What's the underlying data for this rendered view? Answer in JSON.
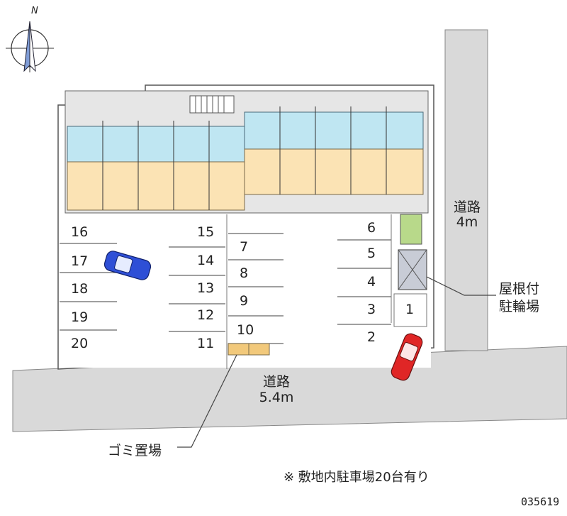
{
  "compass": {
    "north_label": "N",
    "icon": "compass-north-arrow-icon"
  },
  "roads": {
    "east_name": "道路",
    "east_width": "4m",
    "south_name": "道路",
    "south_width": "5.4m"
  },
  "bike_parking": {
    "line1": "屋根付",
    "line2": "駐輪場"
  },
  "garbage": {
    "label": "ゴミ置場"
  },
  "parking": {
    "left_col": [
      "16",
      "17",
      "18",
      "19",
      "20"
    ],
    "mid_left": [
      "15",
      "14",
      "13",
      "12",
      "11"
    ],
    "mid_right": [
      "7",
      "8",
      "9",
      "10"
    ],
    "right_col": [
      "6",
      "5",
      "4",
      "3",
      "2"
    ],
    "extra": "1"
  },
  "vehicles": [
    {
      "name": "blue-car",
      "color": "#2e4fd6"
    },
    {
      "name": "red-car",
      "color": "#e02626"
    }
  ],
  "colors": {
    "unit_blue": "#bfe6f2",
    "unit_orange": "#fbe3b4",
    "wall": "#d9d9d9",
    "green": "#b8d98a"
  },
  "note": "※ 敷地内駐車場20台有り",
  "code": "035619"
}
